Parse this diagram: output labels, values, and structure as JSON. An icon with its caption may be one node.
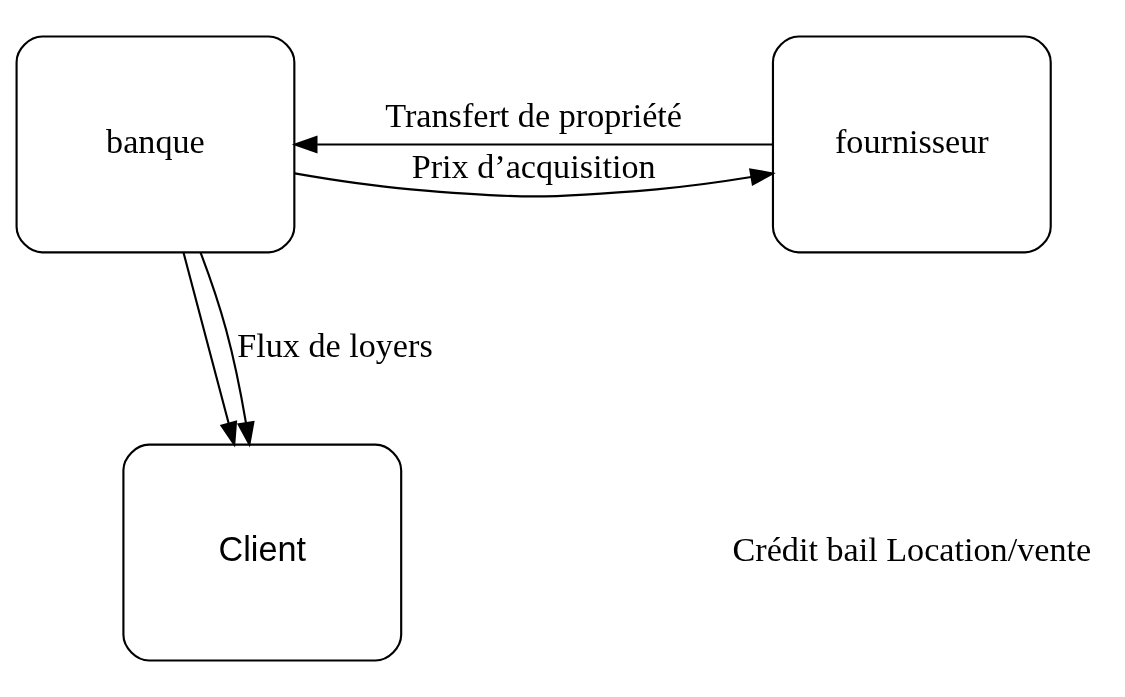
{
  "diagram": {
    "nodes": [
      {
        "text": [
          "banque"
        ]
      },
      {
        "text": [
          "fournisseur"
        ]
      },
      {
        "text": [
          "Client"
        ]
      }
    ],
    "edges": [
      {
        "from": 1,
        "to": 0,
        "arrow": "to",
        "label": "Transfert de propriété"
      },
      {
        "from": 0,
        "to": 1,
        "arrow": "to",
        "label": "Prix d’acquisition"
      },
      {
        "from": 0,
        "to": 2,
        "arrow": "to"
      },
      {
        "from": 0,
        "to": 2,
        "arrow": "to",
        "label": "Flux de loyers"
      }
    ],
    "labels": [
      "Crédit bail Location/vente"
    ]
  }
}
